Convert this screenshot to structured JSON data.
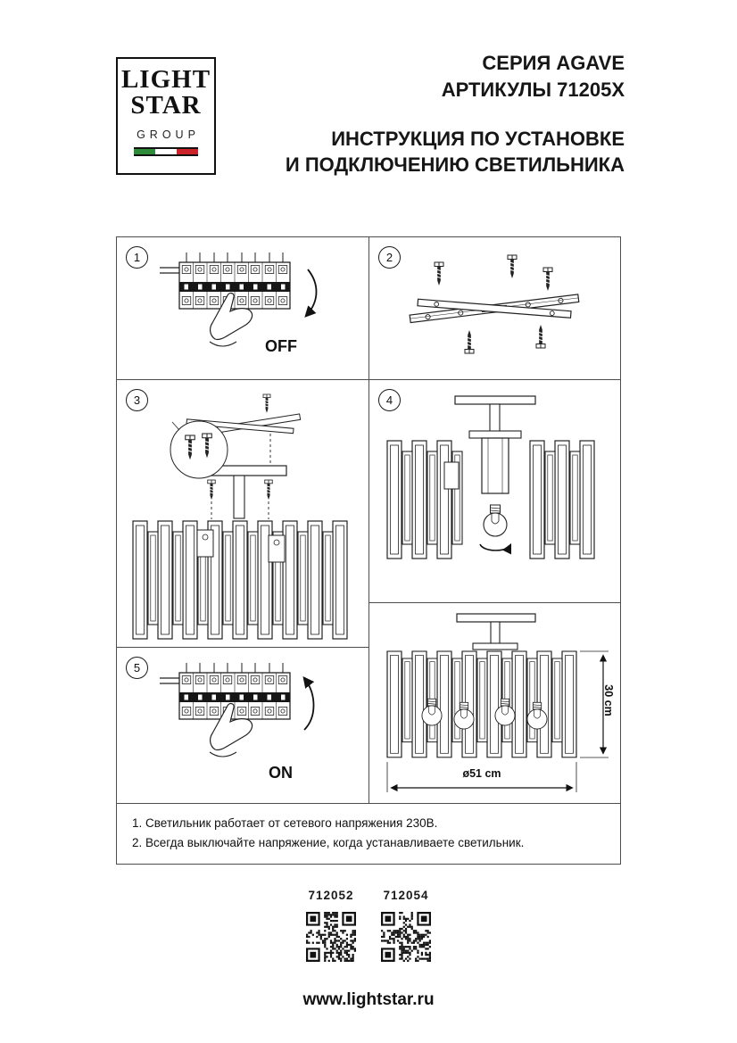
{
  "logo": {
    "line1": "LIGHT",
    "line2": "STAR",
    "line3": "GROUP"
  },
  "header": {
    "series": "СЕРИЯ AGAVE",
    "articles": "АРТИКУЛЫ 71205X",
    "title1": "ИНСТРУКЦИЯ ПО УСТАНОВКЕ",
    "title2": "И ПОДКЛЮЧЕНИЮ СВЕТИЛЬНИКА"
  },
  "steps": {
    "s1": {
      "num": "1",
      "label": "OFF"
    },
    "s2": {
      "num": "2"
    },
    "s3": {
      "num": "3"
    },
    "s4": {
      "num": "4"
    },
    "s5": {
      "num": "5",
      "label": "ON"
    }
  },
  "dimensions": {
    "height": "30 cm",
    "diameter": "ø51 cm"
  },
  "notes": {
    "n1": "1. Светильник работает от сетевого напряжения 230В.",
    "n2": "2. Всегда выключайте напряжение, когда устанавливаете светильник."
  },
  "products": {
    "p1": "712052",
    "p2": "712054"
  },
  "footer": {
    "website": "www.lightstar.ru"
  },
  "colors": {
    "ink": "#111111",
    "flag_green": "#2e8b3a",
    "flag_red": "#cc2229"
  }
}
